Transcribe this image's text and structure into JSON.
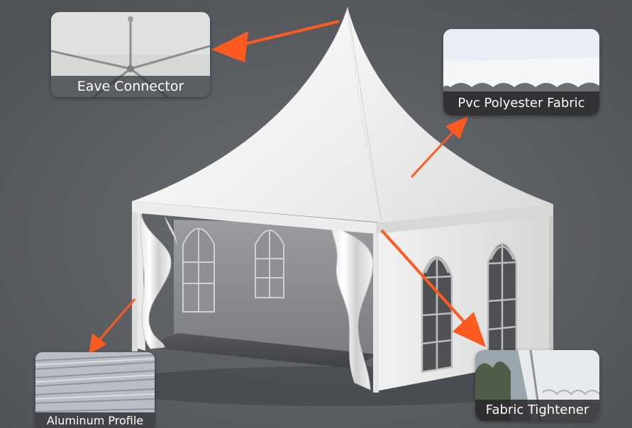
{
  "scene": {
    "background_color": "#5b5e63",
    "arrow_color": "#ff5a1f",
    "tent_color": "#f3f3f3"
  },
  "callouts": {
    "eave_connector": {
      "label": "Eave Connector"
    },
    "pvc_fabric": {
      "label": "Pvc Polyester Fabric"
    },
    "aluminum_profile": {
      "label": "Aluminum Profile"
    },
    "fabric_tightener": {
      "label": "Fabric Tightener"
    }
  }
}
